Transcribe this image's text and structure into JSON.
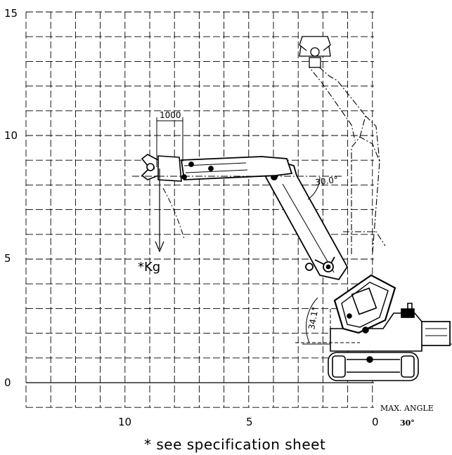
{
  "diagram": {
    "y_ticks": [
      "15",
      "10",
      "5",
      "0"
    ],
    "x_ticks": [
      "10",
      "5",
      "0"
    ],
    "dimension_label": "1000",
    "boom_angle_label": "30.0°",
    "base_angle_label": "34.1°",
    "load_label": "*Kg",
    "max_angle_label": "MAX. ANGLE",
    "max_angle_value": "30°",
    "footnote": "* see specification sheet"
  }
}
